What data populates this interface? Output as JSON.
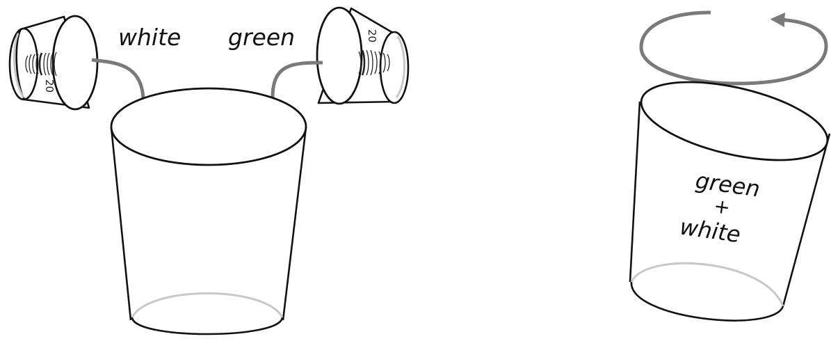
{
  "labels": {
    "white_pour": "white",
    "green_pour": "green",
    "mix_line1": "green",
    "mix_line2": "+",
    "mix_line3": "white"
  },
  "cups": {
    "left_measure_mark": "20",
    "right_measure_mark": "20"
  },
  "colors": {
    "outline": "#111111",
    "arrow": "#7a7a7a",
    "ghost_rim": "#c8c8c8"
  }
}
